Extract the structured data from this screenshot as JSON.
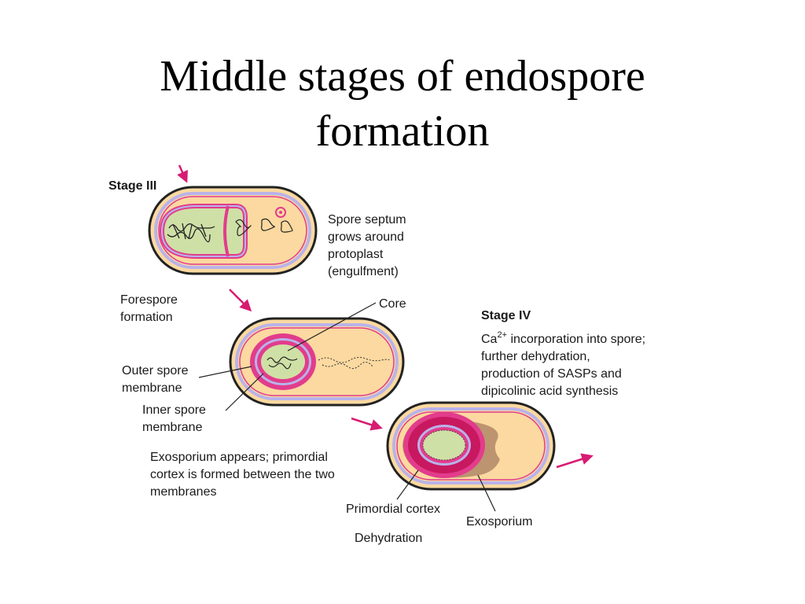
{
  "slide": {
    "title_line1": "Middle stages of endospore",
    "title_line2": "formation"
  },
  "figure": {
    "stage3": {
      "heading": "Stage III",
      "description": [
        "Spore septum",
        "grows around",
        "protoplast",
        "(engulfment)"
      ]
    },
    "forespore_label": [
      "Forespore",
      "formation"
    ],
    "core_label": "Core",
    "outer_membrane_label": [
      "Outer spore",
      "membrane"
    ],
    "inner_membrane_label": [
      "Inner spore",
      "membrane"
    ],
    "exosporium_note": [
      "Exosporium appears; primordial",
      "cortex is formed between the two",
      "membranes"
    ],
    "stage4": {
      "heading": "Stage IV",
      "description": {
        "line1_prefix": "Ca",
        "line1_superscript": "2+",
        "line1_suffix": " incorporation into spore;",
        "line2": "further dehydration,",
        "line3": "production of SASPs and",
        "line4": "dipicolinic acid synthesis"
      }
    },
    "primordial_cortex_label": "Primordial cortex",
    "exosporium_label": "Exosporium",
    "dehydration_label": "Dehydration"
  },
  "colors": {
    "cell_fill": "#fbd9a0",
    "cell_wall": "#222222",
    "membrane_pink": "#e23c8c",
    "membrane_lavender": "#b9b3ea",
    "core_green": "#cfe0a6",
    "cortex_magenta": "#c8185f",
    "exosporium_brown": "#bc9470",
    "arrow_magenta": "#d81b72"
  }
}
